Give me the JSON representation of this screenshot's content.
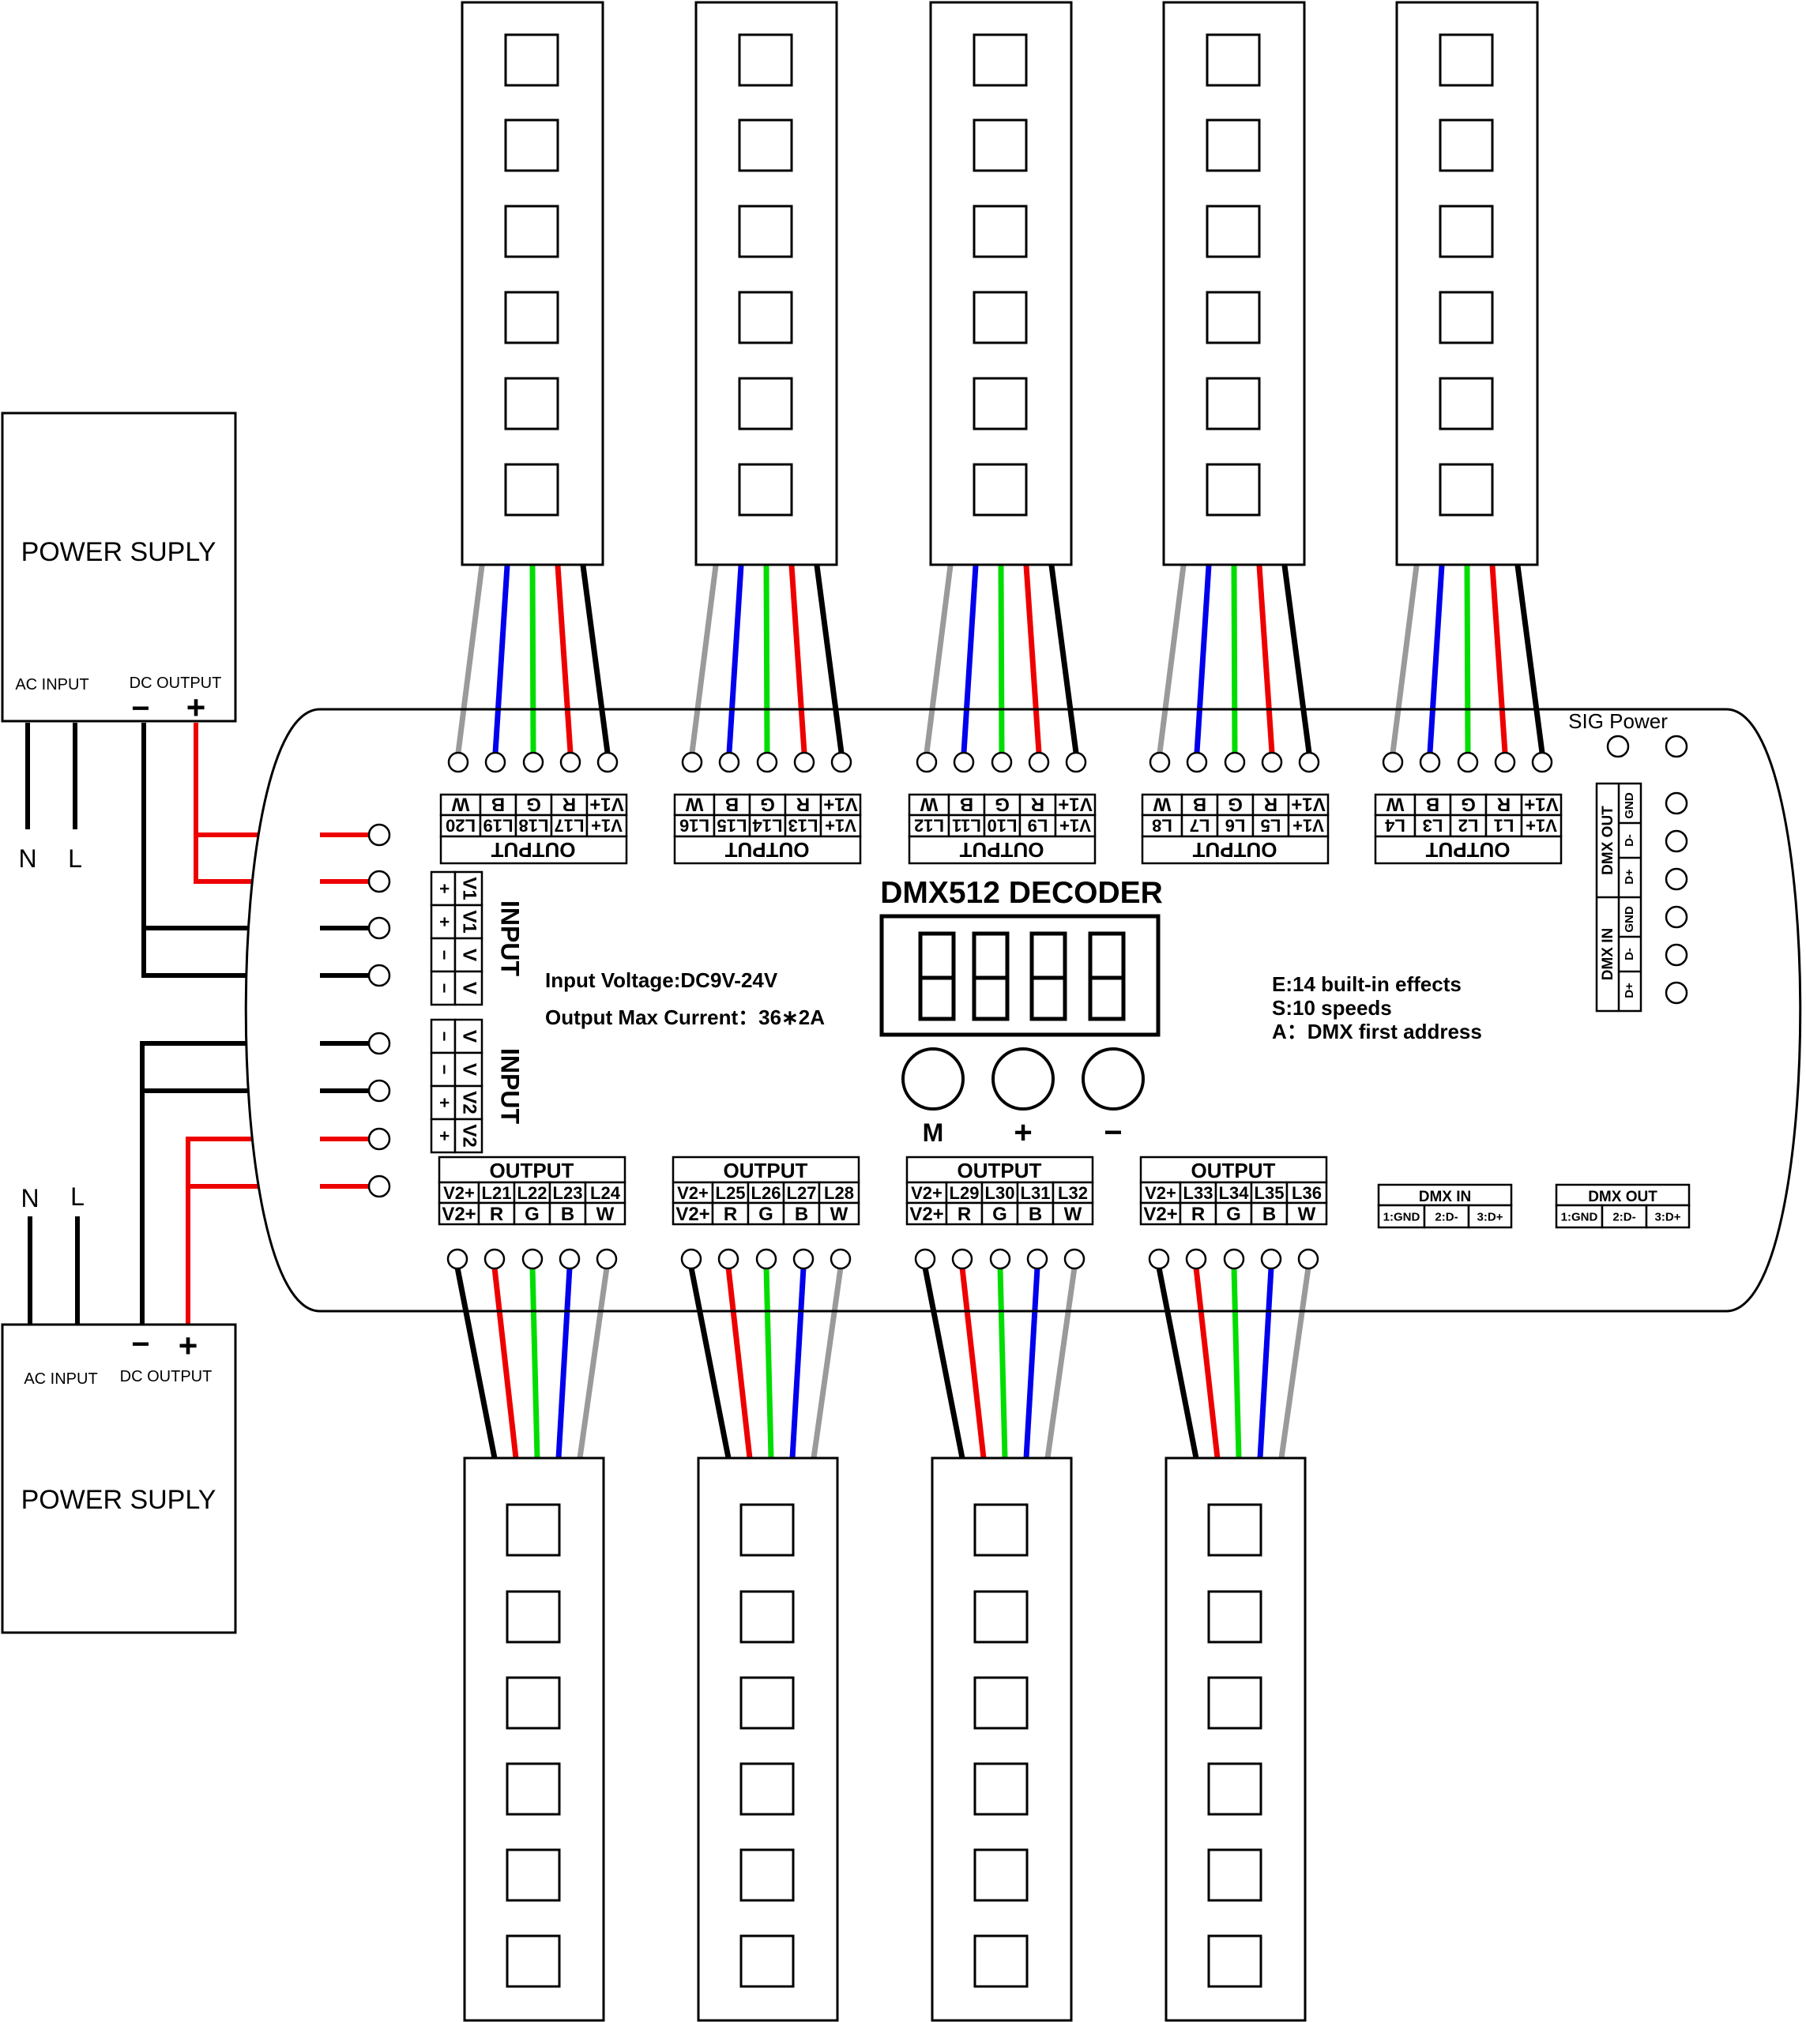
{
  "colors": {
    "wire_w": "#9a9a9a",
    "wire_b": "#0000ee",
    "wire_g": "#00dd00",
    "wire_r": "#ee0000",
    "wire_k": "#000000"
  },
  "power_supply_top": {
    "title": "POWER SUPLY",
    "ac_label": "AC INPUT",
    "dc_label": "DC OUTPUT",
    "minus": "−",
    "plus": "+",
    "n": "N",
    "l": "L"
  },
  "power_supply_bottom": {
    "title": "POWER SUPLY",
    "ac_label": "AC INPUT",
    "dc_label": "DC OUTPUT",
    "minus": "−",
    "plus": "+",
    "n": "N",
    "l": "L"
  },
  "decoder": {
    "title": "DMX512 DECODER",
    "input_voltage": "Input Voltage:DC9V-24V",
    "output_current": "Output Max  Current：36∗2A",
    "effects": [
      "E:14 built-in effects",
      "S:10 speeds",
      "A：DMX first address"
    ],
    "buttons": [
      "M",
      "+",
      "−"
    ],
    "sig_power": "SIG Power",
    "input_label": "INPUT",
    "input_top_cells": [
      "+",
      "+",
      "−",
      "−"
    ],
    "input_top_labels": [
      "V1",
      "V1",
      "V",
      "V"
    ],
    "input_bottom_cells": [
      "−",
      "−",
      "+",
      "+"
    ],
    "input_bottom_labels": [
      "V",
      "V",
      "V2",
      "V2"
    ],
    "dmx_out_side": "DMX OUT",
    "dmx_in_side": "DMX IN",
    "dmx_side_cells": [
      "GND",
      "D-",
      "D+"
    ],
    "dmx_in_bottom": {
      "title": "DMX IN",
      "cells": [
        "1:GND",
        "2:D-",
        "3:D+"
      ]
    },
    "dmx_out_bottom": {
      "title": "DMX OUT",
      "cells": [
        "1:GND",
        "2:D-",
        "3:D+"
      ]
    }
  },
  "output_label": "OUTPUT",
  "top_outputs": [
    {
      "channels": [
        "V1+",
        "L17",
        "L18",
        "L19",
        "L20"
      ],
      "colors": [
        "V1+",
        "R",
        "G",
        "B",
        "W"
      ]
    },
    {
      "channels": [
        "V1+",
        "L13",
        "L14",
        "L15",
        "L16"
      ],
      "colors": [
        "V1+",
        "R",
        "G",
        "B",
        "W"
      ]
    },
    {
      "channels": [
        "V1+",
        "L9",
        "L10",
        "L11",
        "L12"
      ],
      "colors": [
        "V1+",
        "R",
        "G",
        "B",
        "W"
      ]
    },
    {
      "channels": [
        "V1+",
        "L5",
        "L6",
        "L7",
        "L8"
      ],
      "colors": [
        "V1+",
        "R",
        "G",
        "B",
        "W"
      ]
    },
    {
      "channels": [
        "V1+",
        "L1",
        "L2",
        "L3",
        "L4"
      ],
      "colors": [
        "V1+",
        "R",
        "G",
        "B",
        "W"
      ]
    }
  ],
  "bottom_outputs": [
    {
      "channels": [
        "V2+",
        "L21",
        "L22",
        "L23",
        "L24"
      ],
      "colors": [
        "V2+",
        "R",
        "G",
        "B",
        "W"
      ]
    },
    {
      "channels": [
        "V2+",
        "L25",
        "L26",
        "L27",
        "L28"
      ],
      "colors": [
        "V2+",
        "R",
        "G",
        "B",
        "W"
      ]
    },
    {
      "channels": [
        "V2+",
        "L29",
        "L30",
        "L31",
        "L32"
      ],
      "colors": [
        "V2+",
        "R",
        "G",
        "B",
        "W"
      ]
    },
    {
      "channels": [
        "V2+",
        "L33",
        "L34",
        "L35",
        "L36"
      ],
      "colors": [
        "V2+",
        "R",
        "G",
        "B",
        "W"
      ]
    }
  ]
}
